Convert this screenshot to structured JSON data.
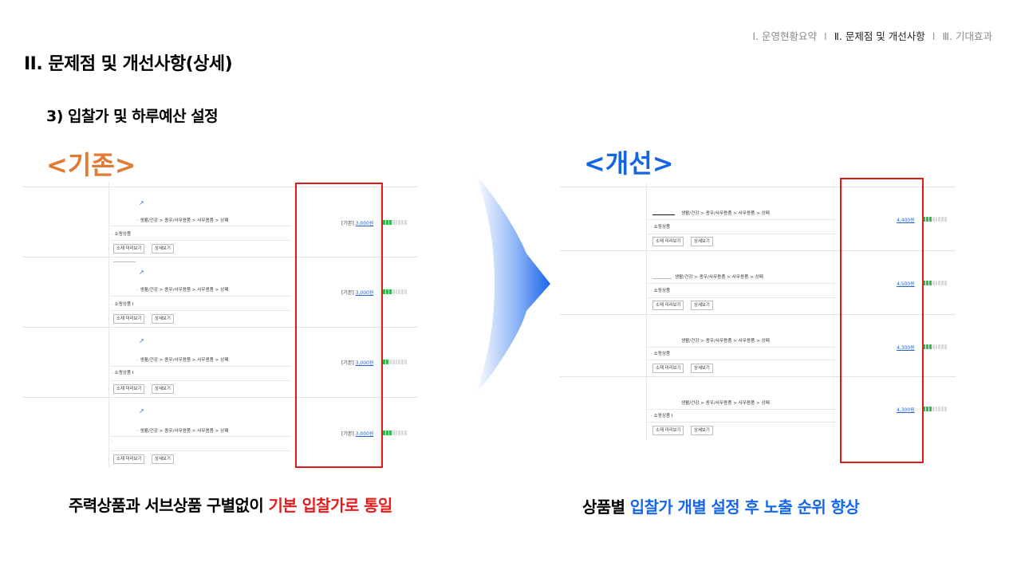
{
  "nav": {
    "item1": "Ⅰ. 운영현황요약",
    "item2": "Ⅱ. 문제점 및 개선사항",
    "item3": "Ⅲ. 기대효과",
    "separator": "I"
  },
  "header": {
    "title": "II. 문제점 및 개선사항(상세)",
    "subtitle": "3) 입찰가 및 하루예산 설정"
  },
  "before": {
    "label": "<기존>",
    "rows": [
      {
        "category": "· 생활/건강 > 종우/사무용품 > 사무용품 > 상패",
        "mall": "· 쇼핑상품",
        "bid_prefix": "[기본]",
        "bid_amount": "3,000원",
        "meter": 3
      },
      {
        "category": "· 생활/건강 > 종우/사무용품 > 사무용품 > 상패",
        "mall": "· 쇼핑상품 I",
        "bid_prefix": "[기본]",
        "bid_amount": "3,000원",
        "meter": 3
      },
      {
        "category": "· 생활/건강 > 종우/사무용품 > 사무용품 > 상패",
        "mall": "· 쇼핑상품 I",
        "bid_prefix": "[기본]",
        "bid_amount": "3,000원",
        "meter": 2
      },
      {
        "category": "· 생활/건강 > 종우/사무용품 > 사무용품 > 상패",
        "mall": "·",
        "bid_prefix": "[기본]",
        "bid_amount": "3,000원",
        "meter": 3
      }
    ]
  },
  "after": {
    "label": "<개선>",
    "rows": [
      {
        "category": "생활/건강 > 종우/사무용품 > 사무용품 > 상패",
        "mall": "· 쇼핑상품",
        "bid_amount": "4,400원",
        "meter": 3
      },
      {
        "category": "생활/건강 > 종우/사무용품 > 사무용품 > 상패",
        "mall": "· 쇼핑상품",
        "bid_amount": "4,500원",
        "meter": 3
      },
      {
        "category": "생활/건강 > 종우/사무용품 > 사무용품 > 상패",
        "mall": "· 쇼핑상품",
        "bid_amount": "4,300원",
        "meter": 3
      },
      {
        "category": "생활/건강 > 종우/사무용품 > 사무용품 > 상패",
        "mall": "· 쇼핑상품 I",
        "bid_amount": "4,300원",
        "meter": 3
      }
    ]
  },
  "buttons": {
    "preview": "소재 미리보기",
    "detail": "상세보기"
  },
  "icons": {
    "external_link": "external-link-icon"
  },
  "captions": {
    "before_plain": "주력상품과 서브상품 구별없이 ",
    "before_highlight": "기본 입찰가로 통일",
    "after_plain1": "상품별 ",
    "after_highlight": "입찰가 개별 설정 후 노출 순위 향상"
  },
  "colors": {
    "before_label": "#e27a33",
    "after_label": "#1565e0",
    "highlight_red": "#e51c1c",
    "highlight_blue": "#1668e8",
    "box_red": "#e01818",
    "meter_on": "#2ebd4a"
  }
}
